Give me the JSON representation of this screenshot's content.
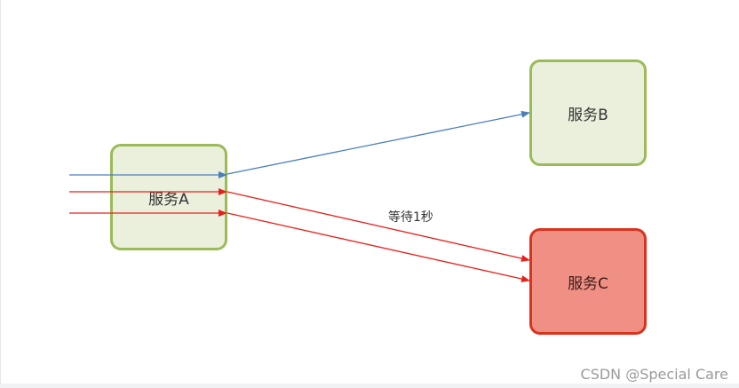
{
  "nodes": {
    "service_a": "服务A",
    "service_b": "服务B",
    "service_c": "服务C"
  },
  "edge_label": "等待1秒",
  "watermark": "CSDN @Special Care",
  "colors": {
    "green_fill": "#ebf0dc",
    "green_border": "#9bbb59",
    "red_fill": "#f08f83",
    "red_border": "#d9331f",
    "blue_arrow": "#4a7ebb",
    "red_arrow": "#e8201b"
  }
}
